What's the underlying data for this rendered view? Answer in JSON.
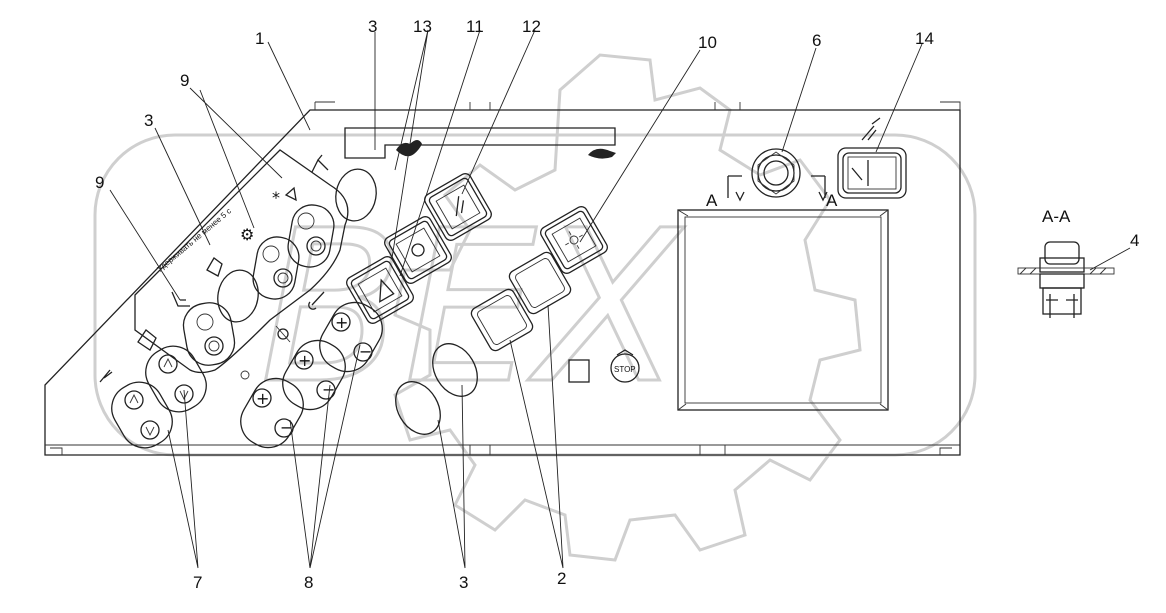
{
  "callouts": {
    "c1": "1",
    "c2": "2",
    "c3_top": "3",
    "c3_left": "3",
    "c3_bottom": "3",
    "c4": "4",
    "c6": "6",
    "c7": "7",
    "c8": "8",
    "c9_top": "9",
    "c9_left": "9",
    "c10": "10",
    "c11": "11",
    "c12": "12",
    "c13": "13",
    "c14": "14"
  },
  "section": {
    "title": "A-A",
    "mark_left": "A",
    "mark_right": "A"
  },
  "panel_text": {
    "stop_label": "STOP",
    "sticker_text": "Удерживать не менее 5 с"
  },
  "icons": [
    "hare-icon",
    "turtle-icon",
    "snowflake-icon",
    "fan-icon",
    "lamp-icon",
    "sun-icon",
    "stop-icon",
    "thermometer-icon",
    "cab-icon",
    "nozzle-icon"
  ]
}
